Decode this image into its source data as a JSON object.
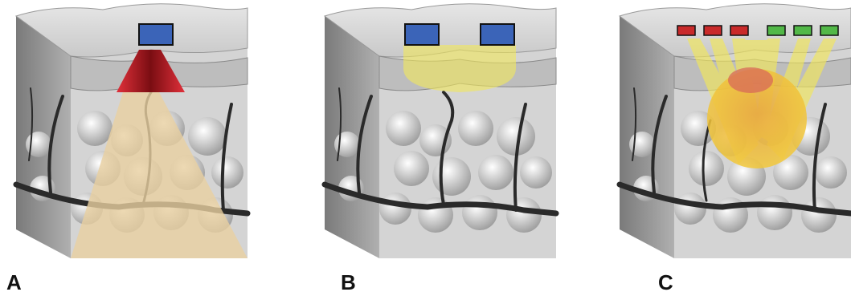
{
  "panels": [
    {
      "label": "A",
      "mode": "single-source-cone"
    },
    {
      "label": "B",
      "mode": "dual-source-shallow"
    },
    {
      "label": "C",
      "mode": "array-focused"
    }
  ],
  "colors": {
    "source_blue": "#3b64b8",
    "source_red": "#c92a2a",
    "source_green": "#52b848",
    "cone_red": "#b3141b",
    "beam_tan": "#e8cfa0",
    "beam_yellow": "#f2e75a",
    "focus_orange": "#e8a33a",
    "vessel": "#2a2a2a",
    "tissue_gray": "#b8b8b8"
  }
}
